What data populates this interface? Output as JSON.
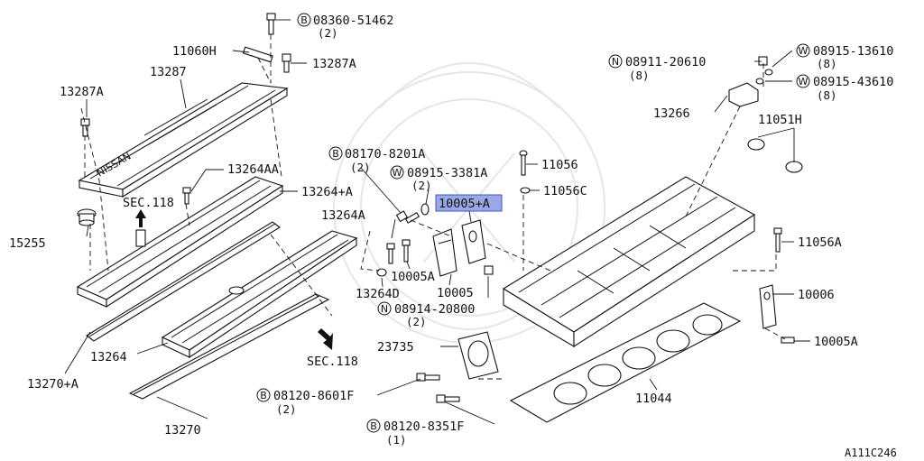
{
  "diagram": {
    "figure_code": "A111C246",
    "highlighted_part": "10005+A",
    "labels": {
      "p08360": {
        "prefix": "B",
        "num": "08360-51462",
        "qty": "(2)"
      },
      "p11060H": {
        "num": "11060H"
      },
      "p13287A_top": {
        "num": "13287A"
      },
      "p13287": {
        "num": "13287"
      },
      "p13287A_left": {
        "num": "13287A"
      },
      "p13264AA": {
        "num": "13264AA"
      },
      "p13264pA": {
        "num": "13264+A"
      },
      "sec118_a": {
        "num": "SEC.118"
      },
      "p15255": {
        "num": "15255"
      },
      "p13264A": {
        "num": "13264A"
      },
      "p10005A_mid": {
        "num": "10005A"
      },
      "p13264D": {
        "num": "13264D"
      },
      "p10005": {
        "num": "10005"
      },
      "p08170": {
        "prefix": "B",
        "num": "08170-8201A",
        "qty": "(2)"
      },
      "p08915_3381": {
        "prefix": "W",
        "num": "08915-3381A",
        "qty": "(2)"
      },
      "p10005pA": {
        "num": "10005+A"
      },
      "p11056": {
        "num": "11056"
      },
      "p11056C": {
        "num": "11056C"
      },
      "p08914": {
        "prefix": "N",
        "num": "08914-20800",
        "qty": "(2)"
      },
      "p13264": {
        "num": "13264"
      },
      "p13270pA": {
        "num": "13270+A"
      },
      "sec118_b": {
        "num": "SEC.118"
      },
      "p23735": {
        "num": "23735"
      },
      "p08120_8601": {
        "prefix": "B",
        "num": "08120-8601F",
        "qty": "(2)"
      },
      "p08120_8351": {
        "prefix": "B",
        "num": "08120-8351F",
        "qty": "(1)"
      },
      "p13270": {
        "num": "13270"
      },
      "p11044": {
        "num": "11044"
      },
      "p08911": {
        "prefix": "N",
        "num": "08911-20610",
        "qty": "(8)"
      },
      "p08915_1361": {
        "prefix": "W",
        "num": "08915-13610",
        "qty": "(8)"
      },
      "p08915_4361": {
        "prefix": "W",
        "num": "08915-43610",
        "qty": "(8)"
      },
      "p13266": {
        "num": "13266"
      },
      "p11051H": {
        "num": "11051H"
      },
      "p11056A": {
        "num": "11056A"
      },
      "p10006": {
        "num": "10006"
      },
      "p10005A_right": {
        "num": "10005A"
      }
    }
  }
}
